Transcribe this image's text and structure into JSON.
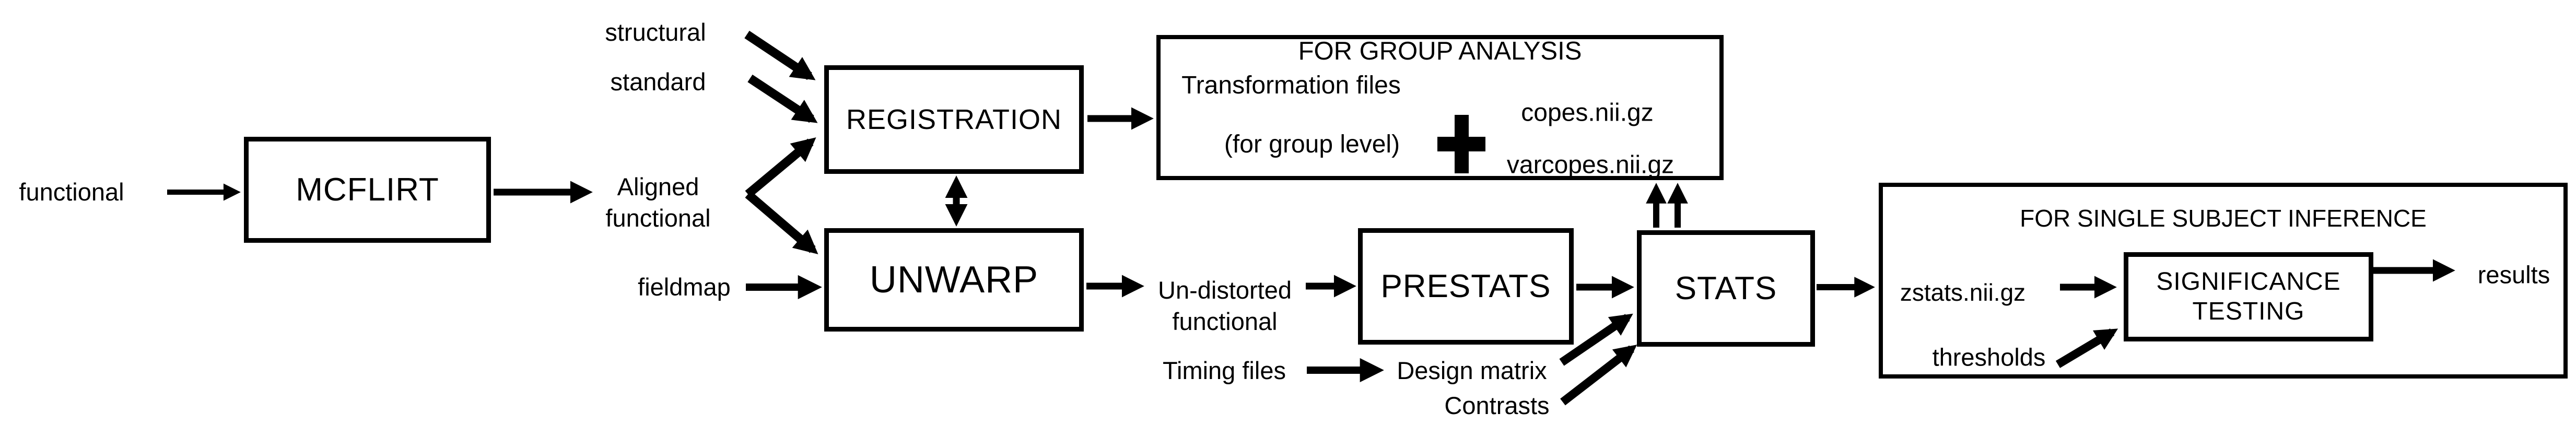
{
  "colors": {
    "ink": "#000000",
    "paper": "#ffffff"
  },
  "nodes": {
    "mcflirt": "MCFLIRT",
    "registration": "REGISTRATION",
    "unwarp": "UNWARP",
    "prestats": "PRESTATS",
    "stats": "STATS",
    "significance_line1": "SIGNIFICANCE",
    "significance_line2": "TESTING"
  },
  "labels": {
    "functional": "functional",
    "structural": "structural",
    "standard": "standard",
    "aligned_line1": "Aligned",
    "aligned_line2": "functional",
    "fieldmap": "fieldmap",
    "undistorted_line1": "Un-distorted",
    "undistorted_line2": "functional",
    "timing_files": "Timing files",
    "design_matrix": "Design matrix",
    "contrasts": "Contrasts",
    "zstats": "zstats.nii.gz",
    "thresholds": "thresholds",
    "results": "results"
  },
  "group_analysis": {
    "title": "FOR GROUP ANALYSIS",
    "transformation_line1": "Transformation files",
    "transformation_line2": "(for group level)",
    "plus_icon": "+",
    "copes": "copes.nii.gz",
    "varcopes": "varcopes.nii.gz"
  },
  "single_subject": {
    "title": "FOR SINGLE SUBJECT INFERENCE"
  }
}
